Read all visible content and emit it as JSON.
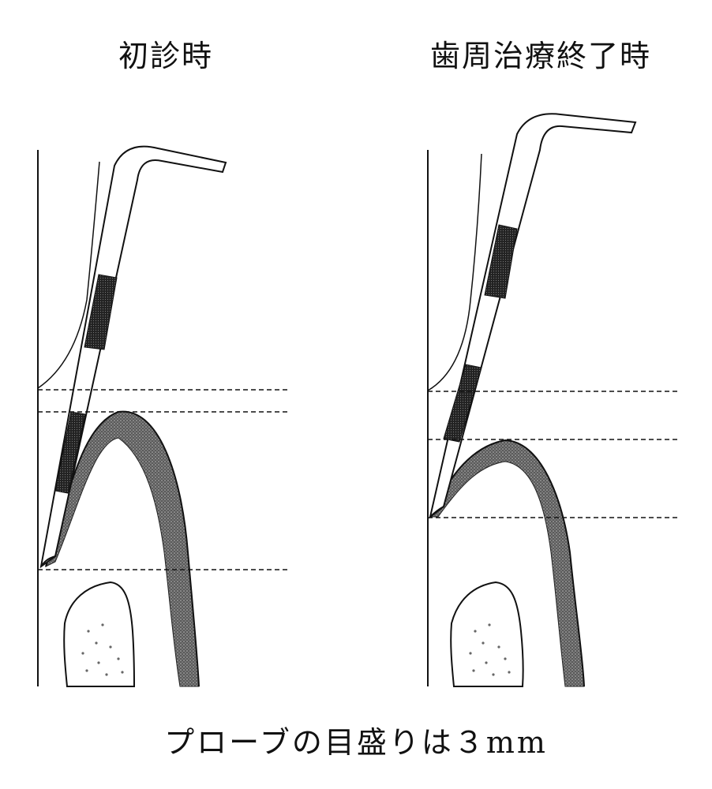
{
  "panels": {
    "left": {
      "title": "初診時"
    },
    "right": {
      "title": "歯周治療終了時"
    }
  },
  "caption": "プローブの目盛りは３mm",
  "colors": {
    "line": "#111111",
    "gum_fill": "#7d7d7d",
    "band_fill": "#3a3a3a"
  }
}
